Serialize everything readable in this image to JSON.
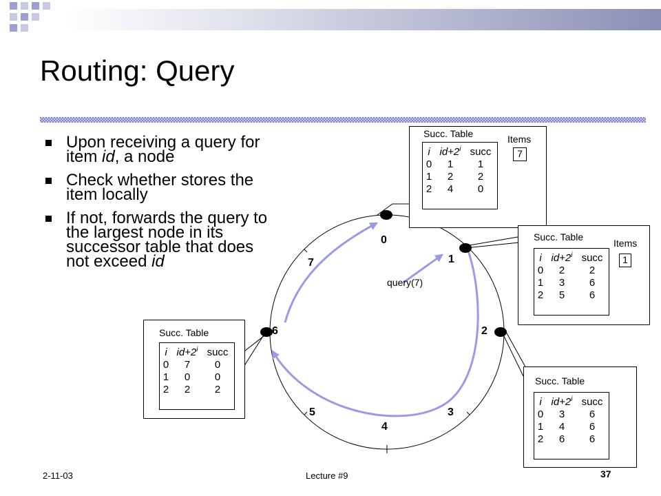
{
  "slide": {
    "title": "Routing: Query",
    "bullets": [
      {
        "parts": [
          {
            "t": "Upon receiving a query for item "
          },
          {
            "t": "id",
            "i": true
          },
          {
            "t": ", a node"
          }
        ]
      },
      {
        "parts": [
          {
            "t": "Check whether stores the item locally"
          }
        ]
      },
      {
        "parts": [
          {
            "t": "If not, forwards the query to the largest node in its successor table that does not exceed "
          },
          {
            "t": "id",
            "i": true
          }
        ]
      }
    ],
    "date": "2-11-03",
    "lecture": "Lecture #9",
    "page": "37"
  },
  "ring": {
    "positions": [
      "0",
      "1",
      "2",
      "3",
      "4",
      "5",
      "6",
      "7"
    ],
    "query_label": "query(7)"
  },
  "tables": {
    "headers": {
      "col1": "i",
      "col2": "id+2",
      "col2_sup": "i",
      "col3": "succ"
    },
    "box_label": "Succ. Table",
    "items_label": "Items",
    "node0": {
      "rows": [
        [
          "0",
          "1",
          "1"
        ],
        [
          "1",
          "2",
          "2"
        ],
        [
          "2",
          "4",
          "0"
        ]
      ],
      "item": "7"
    },
    "node1": {
      "rows": [
        [
          "0",
          "2",
          "2"
        ],
        [
          "1",
          "3",
          "6"
        ],
        [
          "2",
          "5",
          "6"
        ]
      ],
      "item": "1"
    },
    "node2": {
      "rows": [
        [
          "0",
          "3",
          "6"
        ],
        [
          "1",
          "4",
          "6"
        ],
        [
          "2",
          "6",
          "6"
        ]
      ]
    },
    "node6": {
      "rows": [
        [
          "0",
          "7",
          "0"
        ],
        [
          "1",
          "0",
          "0"
        ],
        [
          "2",
          "2",
          "2"
        ]
      ]
    }
  },
  "colors": {
    "arrow": "#9a9ae6",
    "band": "#9999dd",
    "title_bar": "#c8cbe0"
  }
}
